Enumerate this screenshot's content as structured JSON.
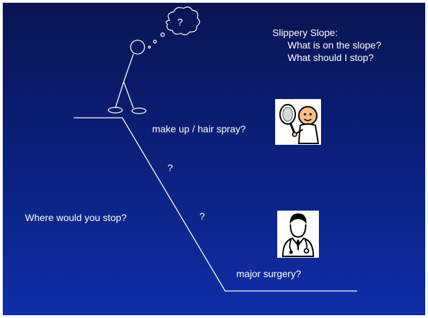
{
  "slide": {
    "thought_bubble_text": "?",
    "title": "Slippery Slope:",
    "title_lines": [
      "What is on the slope?",
      "What should I stop?"
    ],
    "labels": {
      "makeup": "make up / hair spray?",
      "question_1": "?",
      "question_2": "?",
      "where_stop": "Where would you stop?",
      "surgery": "major surgery?"
    },
    "icons": {
      "makeup_picture": "person-with-mirror-icon",
      "doctor_picture": "doctor-icon"
    },
    "colors": {
      "background_top": "#0a1452",
      "background_bottom": "#0f2fa8",
      "foreground": "#ffffff"
    }
  }
}
